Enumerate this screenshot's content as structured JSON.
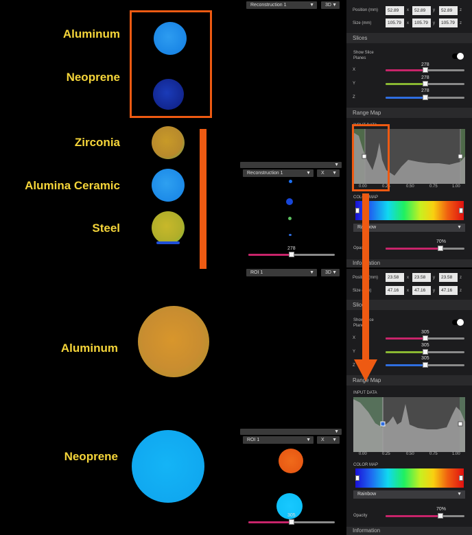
{
  "panel1": {
    "labels": [
      "Aluminum",
      "Neoprene",
      "Zirconia",
      "Alumina Ceramic",
      "Steel"
    ]
  },
  "panel2": {
    "labels": [
      "Aluminum",
      "Neoprene"
    ]
  },
  "viewer_top": {
    "dataset": "Reconstruction 1",
    "mode": "3D"
  },
  "viewer_mid": {
    "dataset": "Reconstruction 1",
    "axis": "X",
    "slider_value": "278"
  },
  "viewer_roi": {
    "dataset": "ROI 1",
    "mode": "3D"
  },
  "viewer_bottom": {
    "dataset": "ROI 1",
    "axis": "X",
    "slider_value": "305"
  },
  "props_top": {
    "position_label": "Position (mm)",
    "size_label": "Size (mm)",
    "position": [
      "52.89",
      "52.89",
      "52.89"
    ],
    "size": [
      "105.79",
      "105.79",
      "105.79"
    ],
    "axes": [
      "x",
      "y",
      "z"
    ],
    "slices_title": "Slices",
    "show_slice_planes": "Show Slice Planes",
    "slice_axes": [
      "X",
      "Y",
      "Z"
    ],
    "slice_values": [
      "278",
      "278",
      "278"
    ],
    "range_map_title": "Range Map",
    "input_data_label": "INPUT DATA",
    "hist_ticks": [
      "0.00",
      "0.25",
      "0.50",
      "0.75",
      "1.00"
    ],
    "color_map_label": "COLOR MAP",
    "colormap": "Rainbow",
    "opacity_label": "Opacity",
    "opacity_value": "70%",
    "opacity_fraction": 0.7,
    "information_title": "Information"
  },
  "props_bottom": {
    "position_label": "Position (mm)",
    "size_label": "Size (mm)",
    "position": [
      "23.58",
      "23.58",
      "23.58"
    ],
    "size": [
      "47.16",
      "47.16",
      "47.16"
    ],
    "axes": [
      "x",
      "y",
      "z"
    ],
    "slices_title": "Slices",
    "show_slice_planes": "Show Slice Planes",
    "slice_axes": [
      "X",
      "Y",
      "Z"
    ],
    "slice_values": [
      "305",
      "305",
      "305"
    ],
    "range_map_title": "Range Map",
    "input_data_label": "INPUT DATA",
    "hist_ticks": [
      "0.00",
      "0.25",
      "0.50",
      "0.75",
      "1.00"
    ],
    "color_map_label": "COLOR MAP",
    "colormap": "Rainbow",
    "opacity_label": "Opacity",
    "opacity_value": "70%",
    "opacity_fraction": 0.7,
    "information_title": "Information"
  },
  "colors": {
    "annotation": "#ee5a12",
    "label": "#f5d53a",
    "slice_x": "#c8246a",
    "slice_y": "#8ab832",
    "slice_z": "#2f6ee0"
  }
}
